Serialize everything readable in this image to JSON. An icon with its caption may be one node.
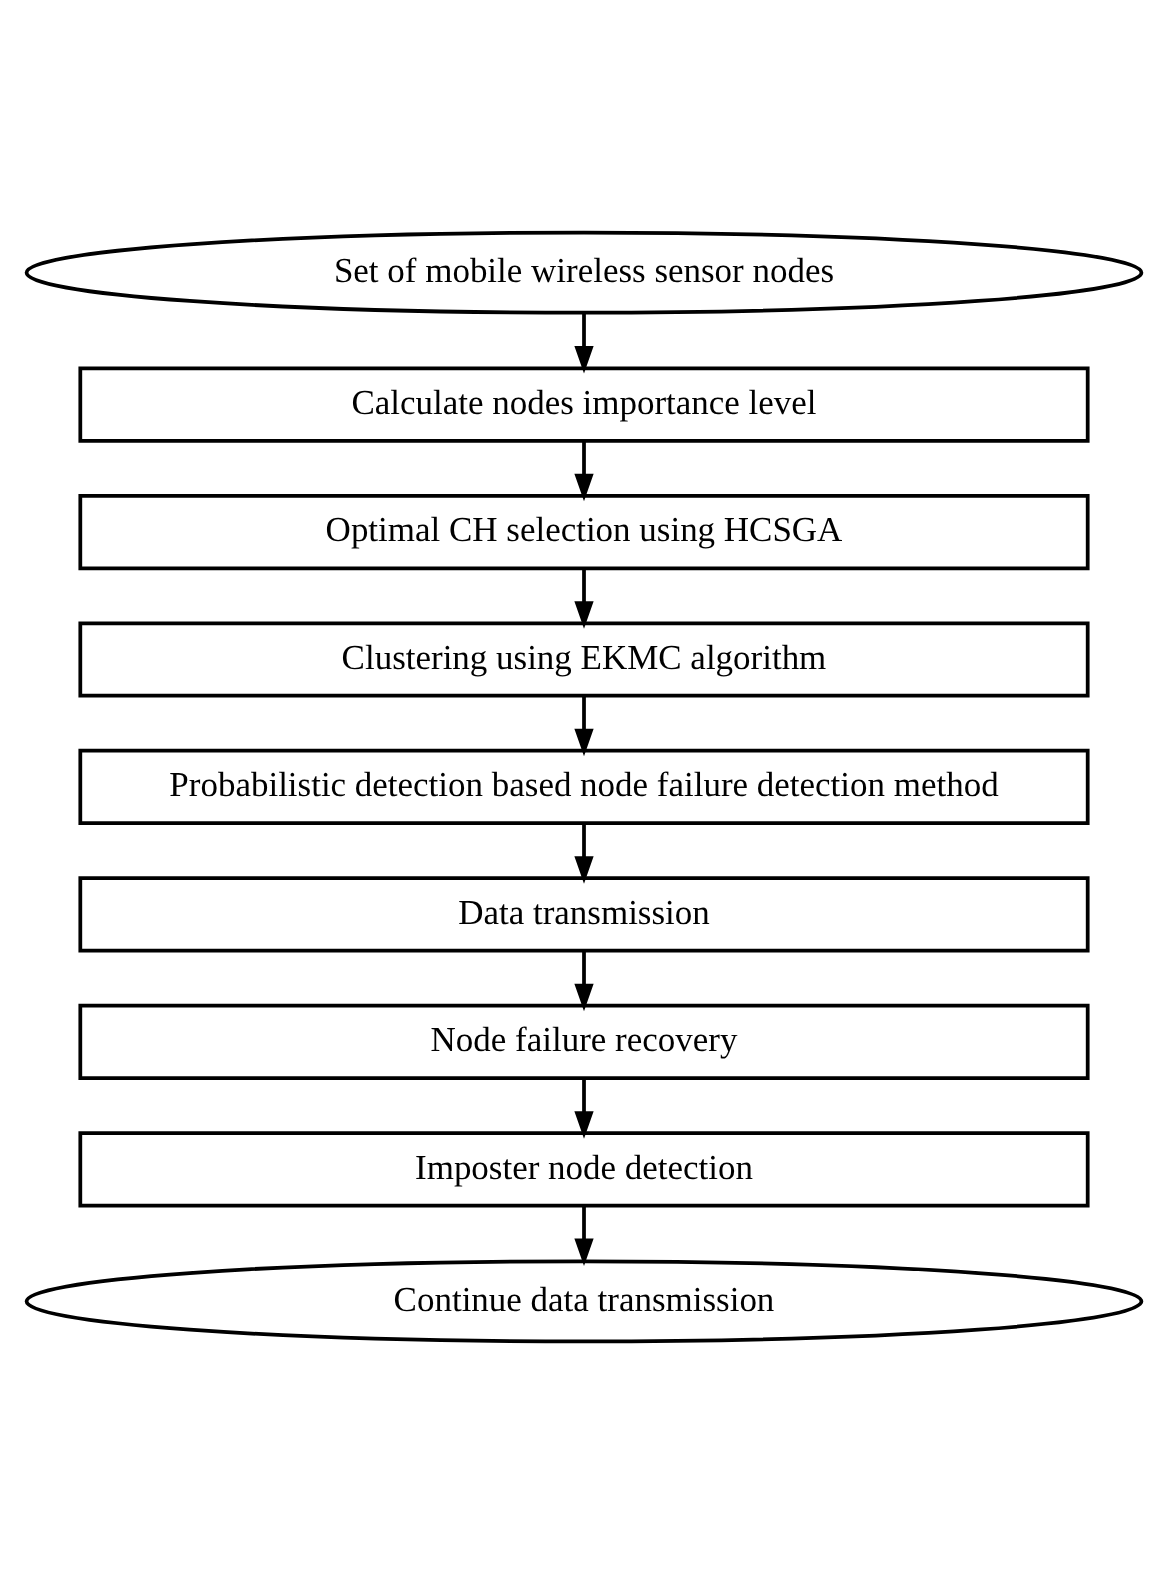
{
  "diagram": {
    "nodes": [
      {
        "text": [
          "Set of mobile wireless sensor nodes"
        ]
      },
      {
        "text": [
          "Calculate nodes importance level"
        ]
      },
      {
        "text": [
          "Optimal CH selection using HCSGA"
        ]
      },
      {
        "text": [
          "Clustering using EKMC algorithm"
        ]
      },
      {
        "text": [
          "Probabilistic detection based node failure detection method"
        ]
      },
      {
        "text": [
          "Data transmission"
        ]
      },
      {
        "text": [
          "Node failure recovery"
        ]
      },
      {
        "text": [
          "Imposter node detection"
        ]
      },
      {
        "text": [
          "Continue data transmission"
        ]
      }
    ],
    "edges": [
      {
        "from": 0,
        "to": 1,
        "arrow": "to"
      },
      {
        "from": 1,
        "to": 2,
        "arrow": "to"
      },
      {
        "from": 2,
        "to": 3,
        "arrow": "to"
      },
      {
        "from": 3,
        "to": 4,
        "arrow": "to"
      },
      {
        "from": 4,
        "to": 5,
        "arrow": "to"
      },
      {
        "from": 5,
        "to": 6,
        "arrow": "to"
      },
      {
        "from": 6,
        "to": 7,
        "arrow": "to"
      },
      {
        "from": 7,
        "to": 8,
        "arrow": "to"
      }
    ]
  }
}
